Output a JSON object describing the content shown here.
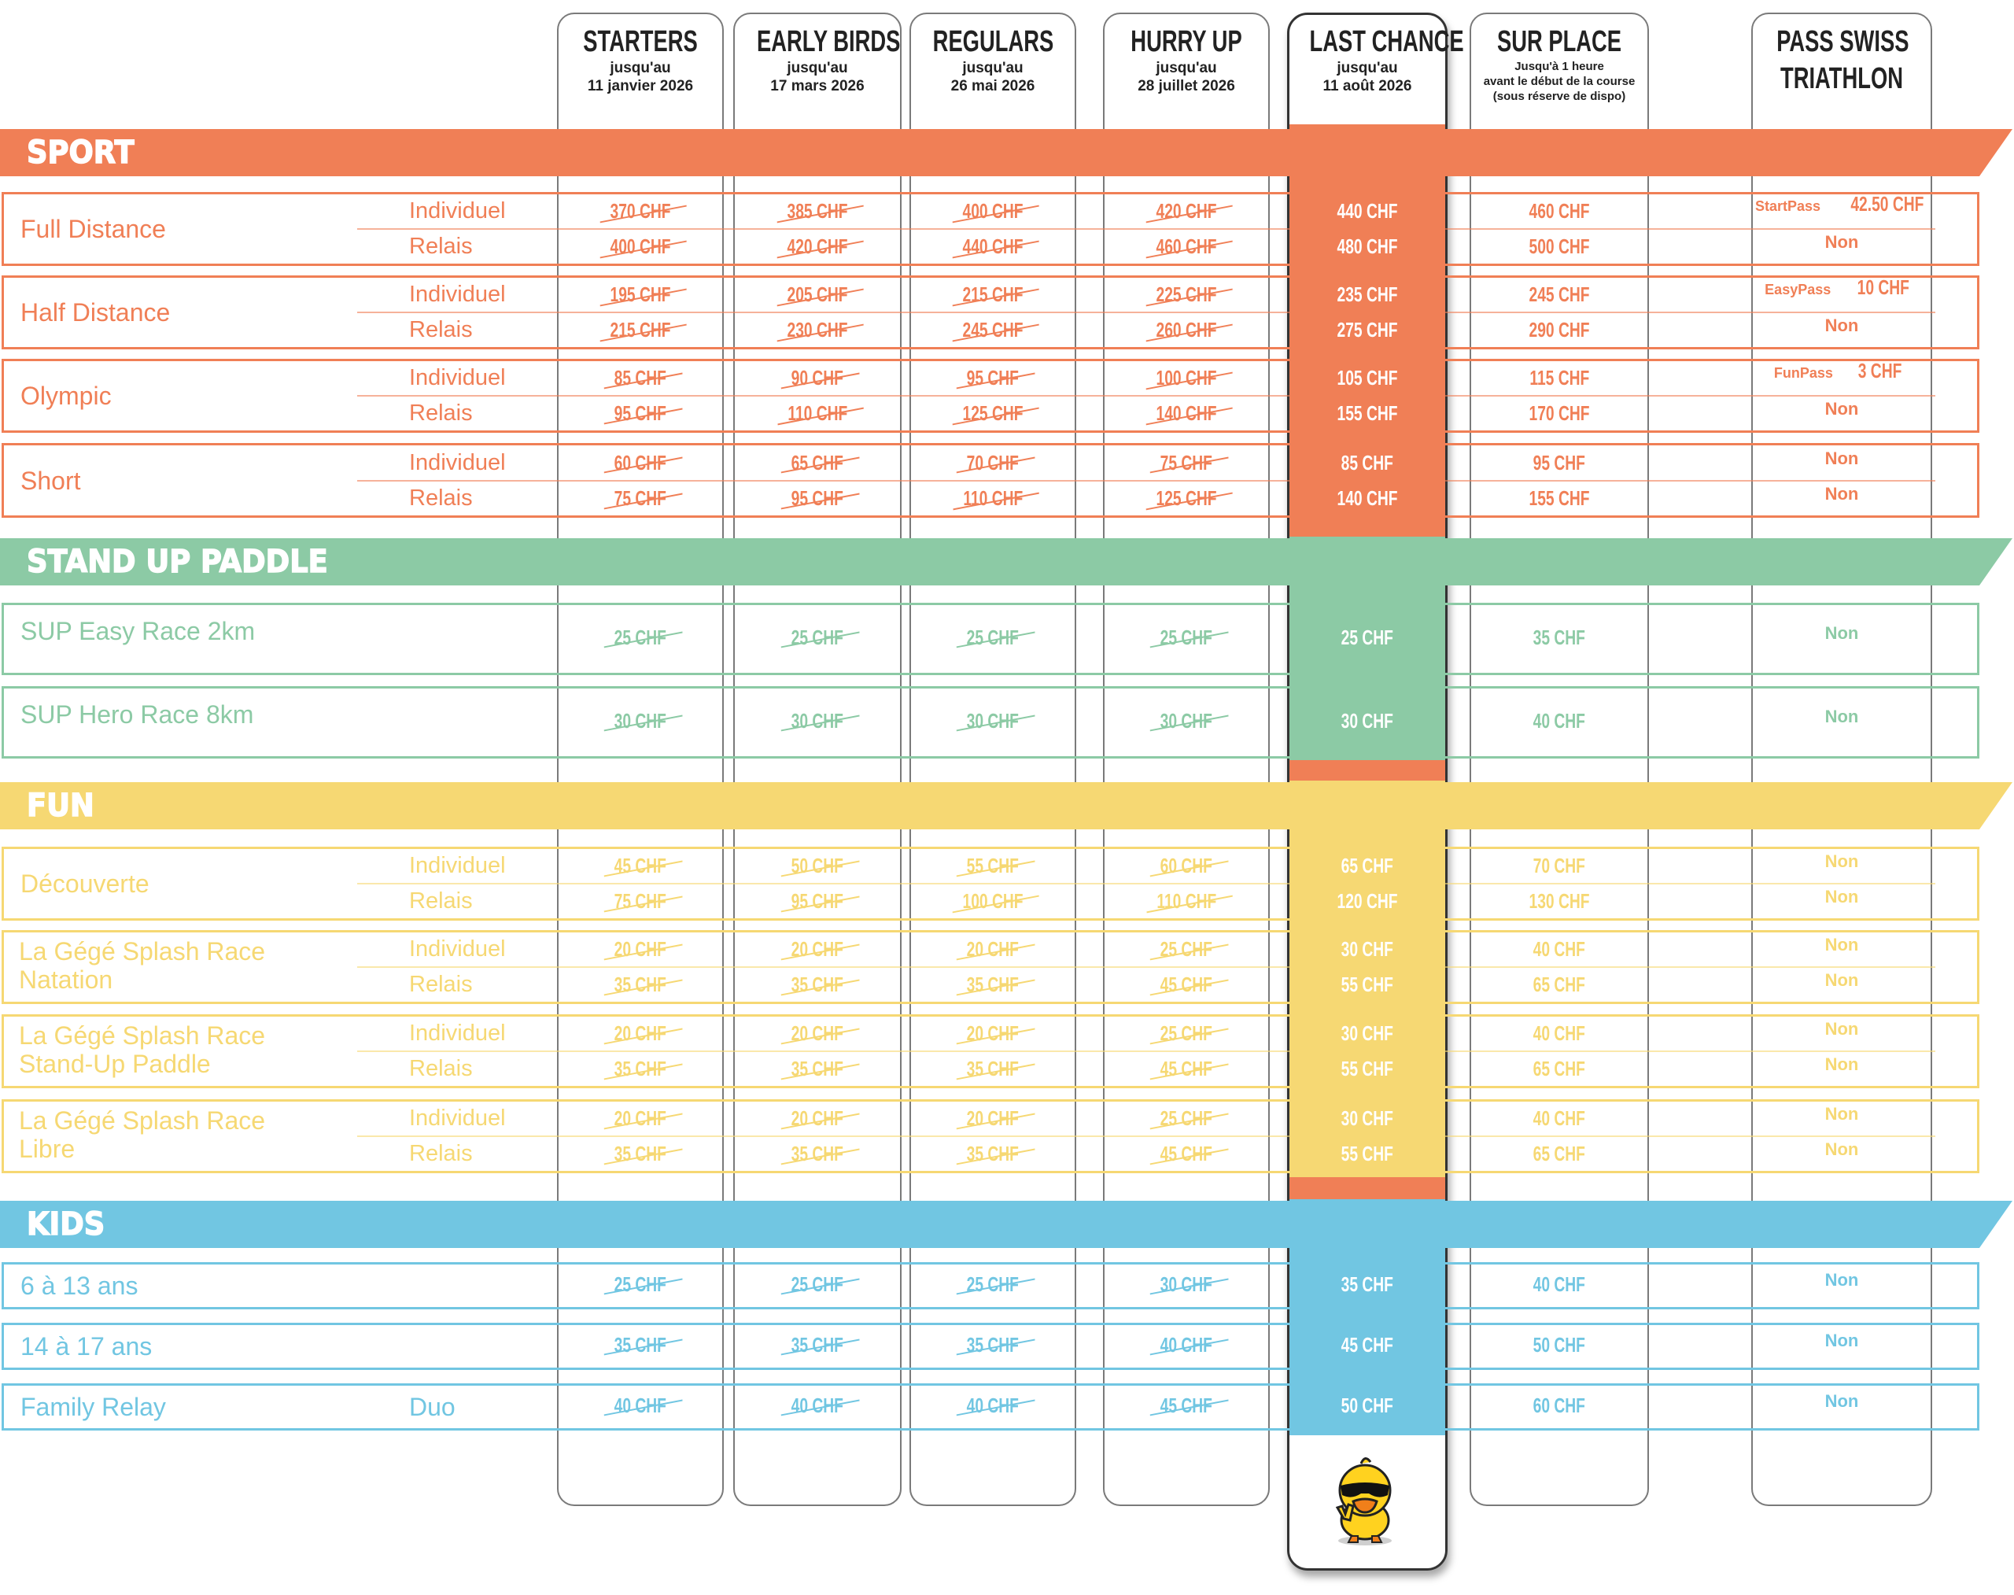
{
  "columns": [
    {
      "title": "STARTERS",
      "sub": [
        "jusqu'au",
        "11 janvier 2026"
      ]
    },
    {
      "title": "EARLY BIRDS",
      "sub": [
        "jusqu'au",
        "17 mars 2026"
      ]
    },
    {
      "title": "REGULARS",
      "sub": [
        "jusqu'au",
        "26 mai 2026"
      ]
    },
    {
      "title": "HURRY UP",
      "sub": [
        "jusqu'au",
        "28 juillet 2026"
      ]
    },
    {
      "title": "LAST CHANCE",
      "sub": [
        "jusqu'au",
        "11 août 2026"
      ]
    },
    {
      "title": "SUR PLACE",
      "sub": [
        "Jusqu'à 1 heure",
        "avant le début de la course",
        "(sous réserve de dispo)"
      ]
    },
    {
      "title": "PASS SWISS",
      "title2": "TRIATHLON",
      "sub": []
    }
  ],
  "sections": [
    {
      "title": "SPORT",
      "color": "#f07f56",
      "light": "#f07f56",
      "rows": [
        {
          "name": "Full Distance",
          "subs": [
            {
              "label": "Individuel",
              "prices": [
                "370 CHF",
                "385 CHF",
                "400 CHF",
                "420 CHF",
                "440 CHF",
                "460 CHF"
              ],
              "pass": {
                "name": "StartPass",
                "price": "42.50 CHF"
              }
            },
            {
              "label": "Relais",
              "prices": [
                "400 CHF",
                "420 CHF",
                "440 CHF",
                "460 CHF",
                "480 CHF",
                "500 CHF"
              ],
              "pass": {
                "text": "Non"
              }
            }
          ]
        },
        {
          "name": "Half Distance",
          "subs": [
            {
              "label": "Individuel",
              "prices": [
                "195 CHF",
                "205 CHF",
                "215 CHF",
                "225 CHF",
                "235 CHF",
                "245 CHF"
              ],
              "pass": {
                "name": "EasyPass",
                "price": "10 CHF"
              }
            },
            {
              "label": "Relais",
              "prices": [
                "215 CHF",
                "230 CHF",
                "245 CHF",
                "260 CHF",
                "275 CHF",
                "290 CHF"
              ],
              "pass": {
                "text": "Non"
              }
            }
          ]
        },
        {
          "name": "Olympic",
          "subs": [
            {
              "label": "Individuel",
              "prices": [
                "85 CHF",
                "90 CHF",
                "95 CHF",
                "100 CHF",
                "105 CHF",
                "115 CHF"
              ],
              "pass": {
                "name": "FunPass",
                "price": "3 CHF"
              }
            },
            {
              "label": "Relais",
              "prices": [
                "95 CHF",
                "110 CHF",
                "125 CHF",
                "140 CHF",
                "155 CHF",
                "170 CHF"
              ],
              "pass": {
                "text": "Non"
              }
            }
          ]
        },
        {
          "name": "Short",
          "subs": [
            {
              "label": "Individuel",
              "prices": [
                "60 CHF",
                "65 CHF",
                "70 CHF",
                "75 CHF",
                "85 CHF",
                "95 CHF"
              ],
              "pass": {
                "text": "Non"
              }
            },
            {
              "label": "Relais",
              "prices": [
                "75 CHF",
                "95 CHF",
                "110 CHF",
                "125 CHF",
                "140 CHF",
                "155 CHF"
              ],
              "pass": {
                "text": "Non"
              }
            }
          ]
        }
      ]
    },
    {
      "title": "STAND UP PADDLE",
      "color": "#8ccaa5",
      "rows": [
        {
          "name": "SUP Easy Race 2km",
          "subs": [
            {
              "label": "",
              "prices": [
                "25 CHF",
                "25 CHF",
                "25 CHF",
                "25 CHF",
                "25 CHF",
                "35 CHF"
              ],
              "pass": {
                "text": "Non"
              }
            }
          ]
        },
        {
          "name": "SUP Hero Race 8km",
          "subs": [
            {
              "label": "",
              "prices": [
                "30 CHF",
                "30 CHF",
                "30 CHF",
                "30 CHF",
                "30 CHF",
                "40 CHF"
              ],
              "pass": {
                "text": "Non"
              }
            }
          ]
        }
      ]
    },
    {
      "title": "FUN",
      "color": "#f6d873",
      "rows": [
        {
          "name": "Découverte",
          "subs": [
            {
              "label": "Individuel",
              "prices": [
                "45 CHF",
                "50 CHF",
                "55 CHF",
                "60 CHF",
                "65 CHF",
                "70 CHF"
              ],
              "pass": {
                "text": "Non"
              }
            },
            {
              "label": "Relais",
              "prices": [
                "75 CHF",
                "95 CHF",
                "100 CHF",
                "110 CHF",
                "120 CHF",
                "130 CHF"
              ],
              "pass": {
                "text": "Non"
              }
            }
          ]
        },
        {
          "name": "La Gégé Splash Race",
          "name2": "Natation",
          "subs": [
            {
              "label": "Individuel",
              "prices": [
                "20 CHF",
                "20 CHF",
                "20 CHF",
                "25 CHF",
                "30 CHF",
                "40 CHF"
              ],
              "pass": {
                "text": "Non"
              }
            },
            {
              "label": "Relais",
              "prices": [
                "35 CHF",
                "35 CHF",
                "35 CHF",
                "45 CHF",
                "55 CHF",
                "65 CHF"
              ],
              "pass": {
                "text": "Non"
              }
            }
          ]
        },
        {
          "name": "La Gégé Splash Race",
          "name2": "Stand-Up Paddle",
          "subs": [
            {
              "label": "Individuel",
              "prices": [
                "20 CHF",
                "20 CHF",
                "20 CHF",
                "25 CHF",
                "30 CHF",
                "40 CHF"
              ],
              "pass": {
                "text": "Non"
              }
            },
            {
              "label": "Relais",
              "prices": [
                "35 CHF",
                "35 CHF",
                "35 CHF",
                "45 CHF",
                "55 CHF",
                "65 CHF"
              ],
              "pass": {
                "text": "Non"
              }
            }
          ]
        },
        {
          "name": "La Gégé Splash Race",
          "name2": "Libre",
          "subs": [
            {
              "label": "Individuel",
              "prices": [
                "20 CHF",
                "20 CHF",
                "20 CHF",
                "25 CHF",
                "30 CHF",
                "40 CHF"
              ],
              "pass": {
                "text": "Non"
              }
            },
            {
              "label": "Relais",
              "prices": [
                "35 CHF",
                "35 CHF",
                "35 CHF",
                "45 CHF",
                "55 CHF",
                "65 CHF"
              ],
              "pass": {
                "text": "Non"
              }
            }
          ]
        }
      ]
    },
    {
      "title": "KIDS",
      "color": "#71c6e2",
      "rows": [
        {
          "name": "6 à 13 ans",
          "subs": [
            {
              "label": "",
              "prices": [
                "25 CHF",
                "25 CHF",
                "25 CHF",
                "30 CHF",
                "35 CHF",
                "40 CHF"
              ],
              "pass": {
                "text": "Non"
              }
            }
          ]
        },
        {
          "name": "14 à 17 ans",
          "subs": [
            {
              "label": "",
              "prices": [
                "35 CHF",
                "35 CHF",
                "35 CHF",
                "40 CHF",
                "45 CHF",
                "50 CHF"
              ],
              "pass": {
                "text": "Non"
              }
            }
          ]
        },
        {
          "name": "Family Relay",
          "subs": [
            {
              "label": "Duo",
              "prices": [
                "40 CHF",
                "40 CHF",
                "40 CHF",
                "45 CHF",
                "50 CHF",
                "60 CHF"
              ],
              "pass": {
                "text": "Non"
              }
            }
          ]
        }
      ]
    }
  ],
  "mascot": "duck-with-sunglasses-icon"
}
